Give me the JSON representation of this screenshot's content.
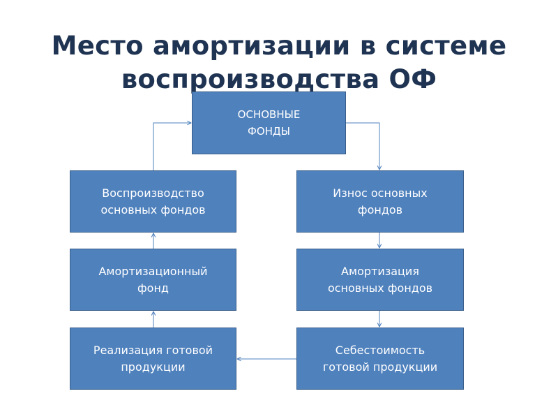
{
  "slide": {
    "title_line1": "Место амортизации в системе",
    "title_line2": "воспроизводства ОФ"
  },
  "boxes": {
    "main": {
      "line1": "ОСНОВНЫЕ",
      "line2": "ФОНДЫ"
    },
    "reproduction": {
      "line1": "Воспроизводство",
      "line2": "основных фондов"
    },
    "wear": {
      "line1": "Износ основных",
      "line2": "фондов"
    },
    "fund": {
      "line1": "Амортизационный",
      "line2": "фонд"
    },
    "depreciation": {
      "line1": "Амортизация",
      "line2": "основных фондов"
    },
    "sales": {
      "line1": "Реализация готовой",
      "line2": "продукции"
    },
    "cost": {
      "line1": "Себестоимость",
      "line2": "готовой продукции"
    }
  },
  "colors": {
    "title": "#1f3352",
    "box_fill": "#4f81bd",
    "box_border": "#385d8a",
    "connector": "#4f81bd"
  }
}
